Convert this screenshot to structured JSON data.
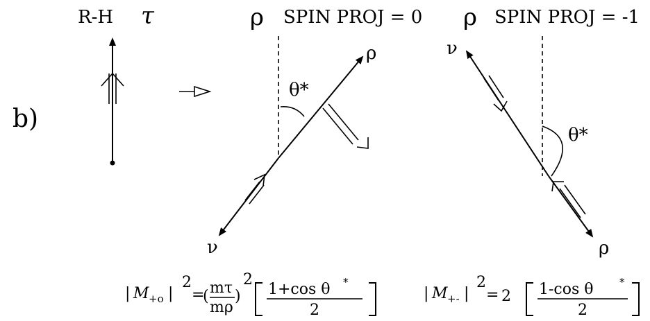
{
  "part_label": "b)",
  "left": {
    "label": "R-H",
    "particle": "τ"
  },
  "middle": {
    "particle": "ρ",
    "title": "SPIN PROJ = 0",
    "top_product": "ρ",
    "bottom_product": "ν",
    "angle_label": "θ*"
  },
  "right": {
    "particle": "ρ",
    "title": "SPIN PROJ = -1",
    "top_product": "ν",
    "bottom_product": "ρ",
    "angle_label": "θ*"
  },
  "formula_left": {
    "lhs_open": "|",
    "symbol": "M",
    "subscript": "+o",
    "lhs_close": "|",
    "power": "2",
    "equals": "=",
    "frac_num": "mτ",
    "frac_den": "mρ",
    "frac_power": "2",
    "num": "1+cos θ",
    "num_star": "*",
    "den": "2"
  },
  "formula_right": {
    "lhs_open": "|",
    "symbol": "M",
    "subscript": "+-",
    "lhs_close": "|",
    "power": "2",
    "equals": "=",
    "coef": "2",
    "num": "1-cos  θ",
    "num_star": "*",
    "den": "2"
  }
}
